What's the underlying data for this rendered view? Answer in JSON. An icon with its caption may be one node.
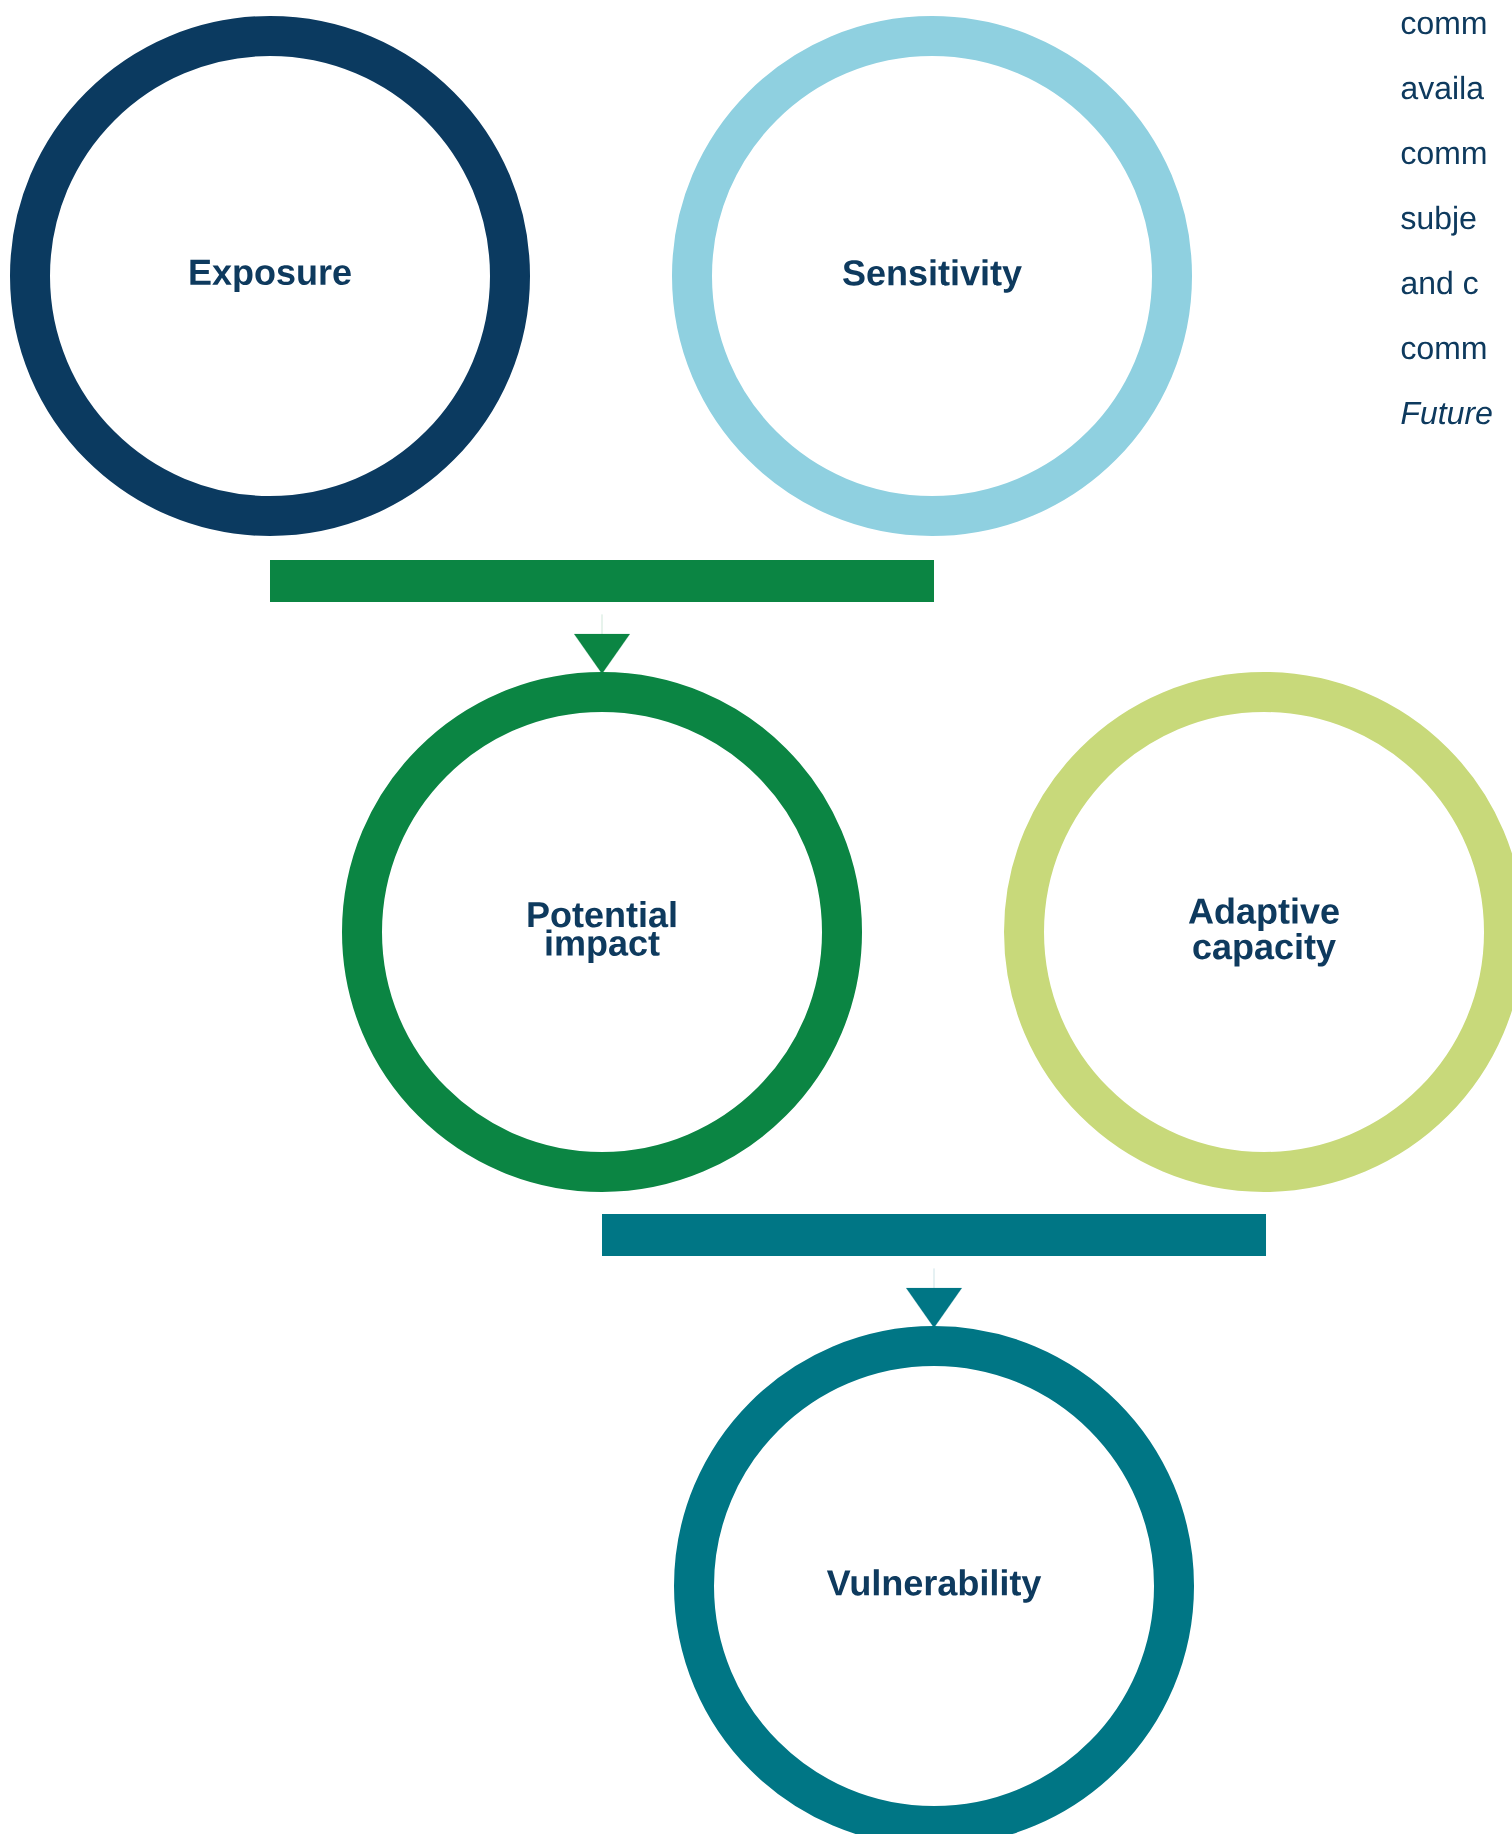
{
  "diagram": {
    "nodes": [
      {
        "text": [
          "Exposure"
        ]
      },
      {
        "text": [
          "Sensitivity"
        ]
      },
      {
        "text": [],
        "shape": "bar"
      },
      {
        "text": [
          "Potential impact"
        ]
      },
      {
        "text": [
          "Adaptive capacity"
        ]
      },
      {
        "text": [],
        "shape": "bar"
      },
      {
        "text": [
          "Vulnerability"
        ]
      }
    ],
    "edges": [
      {
        "from": 2,
        "to": 3,
        "arrow": "to"
      },
      {
        "from": 5,
        "to": 6,
        "arrow": "to"
      }
    ],
    "labels": [
      "comm",
      "availa",
      "comm",
      "subje",
      "and c",
      "comm",
      "Future"
    ]
  }
}
